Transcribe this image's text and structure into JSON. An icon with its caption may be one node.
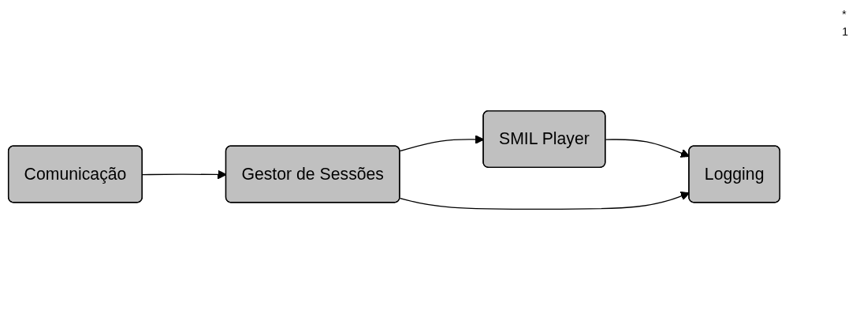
{
  "diagram": {
    "nodes": [
      {
        "text": [
          "SMIL Player"
        ]
      },
      {
        "text": [
          "Logging"
        ]
      },
      {
        "text": [
          "Comunicação"
        ]
      },
      {
        "text": [
          "Gestor de Sessões"
        ]
      }
    ],
    "edges": [
      {
        "from": 2,
        "to": 3,
        "arrow": "to"
      },
      {
        "from": 3,
        "to": 0,
        "arrow": "to"
      },
      {
        "from": 0,
        "to": 1,
        "arrow": "to"
      },
      {
        "from": 3,
        "to": 1,
        "arrow": "to"
      }
    ],
    "labels": [
      "*",
      "1"
    ]
  }
}
